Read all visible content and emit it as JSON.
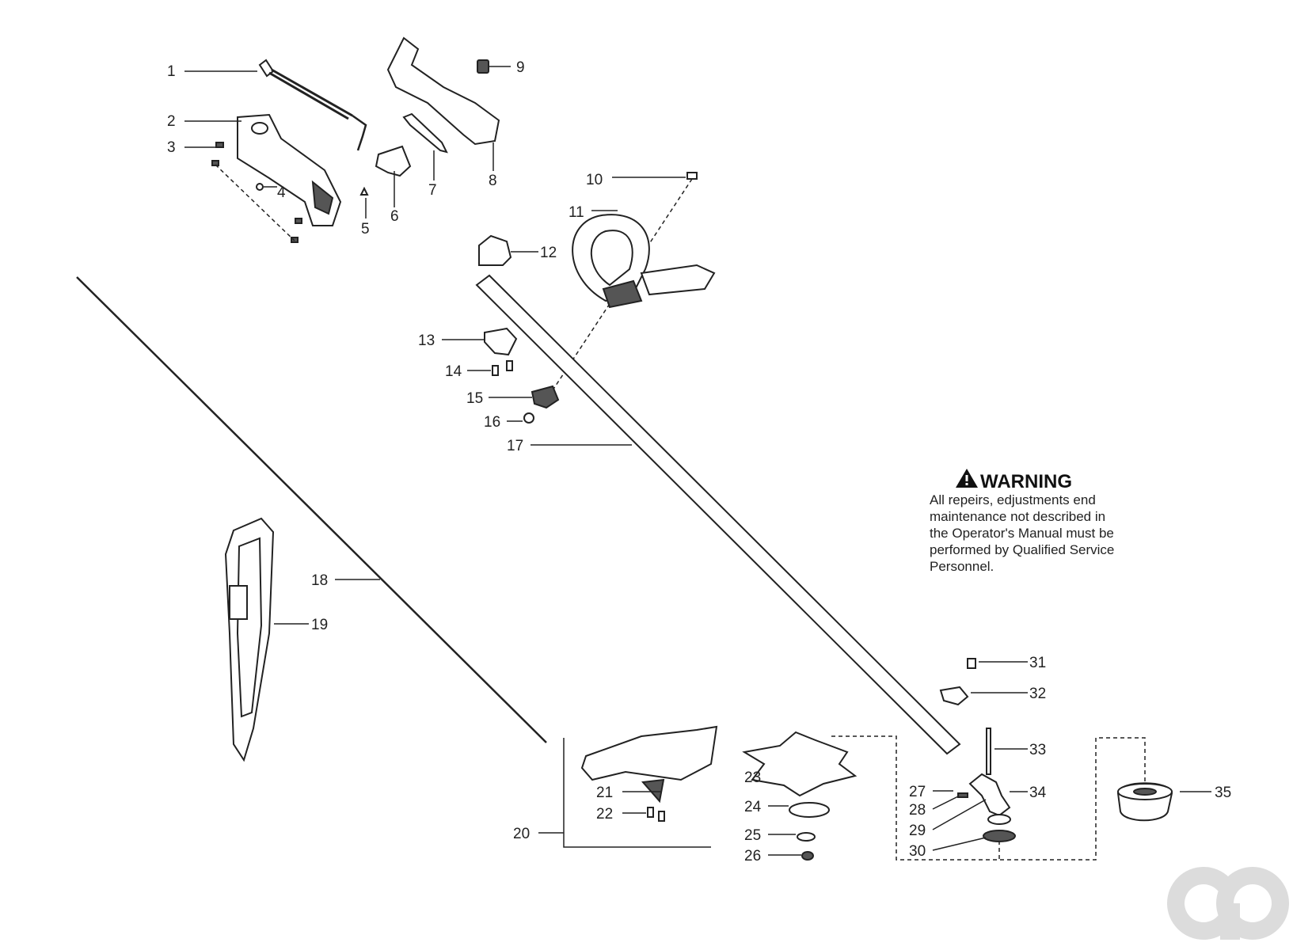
{
  "diagram": {
    "callouts": [
      "1",
      "2",
      "3",
      "4",
      "5",
      "6",
      "7",
      "8",
      "9",
      "10",
      "11",
      "12",
      "13",
      "14",
      "15",
      "16",
      "17",
      "18",
      "19",
      "20",
      "21",
      "22",
      "23",
      "24",
      "25",
      "26",
      "27",
      "28",
      "29",
      "30",
      "31",
      "32",
      "33",
      "34",
      "35"
    ]
  },
  "warning": {
    "title": "WARNING",
    "lines": [
      "All repeirs, edjustments end",
      "maintenance not described in",
      "the Operator's Manual must be",
      "performed by Qualified Service",
      "Personnel."
    ]
  },
  "icons": [
    "warning-triangle-icon",
    "watermark-logo-icon"
  ],
  "colors": {
    "ink": "#222222",
    "watermark": "#dcdcdc"
  }
}
